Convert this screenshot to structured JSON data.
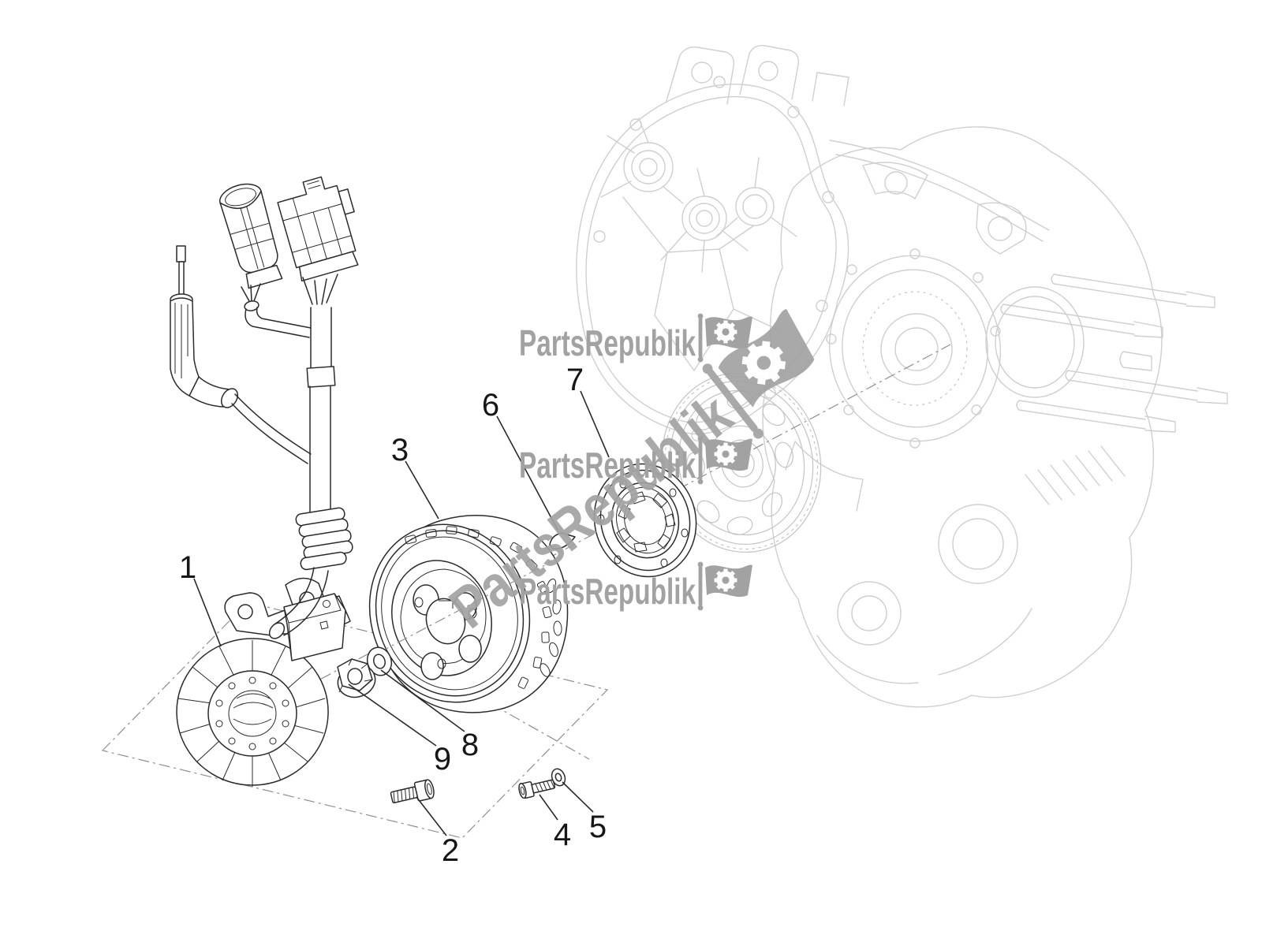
{
  "watermark": {
    "text": "PartsRepublik",
    "icon": "flag-gear-icon",
    "color": "#a2a2a2"
  },
  "diagram": {
    "type": "exploded-parts-line-drawing",
    "line_color_dark": "#2b2b2b",
    "line_color_light": "#cfcfcf",
    "label_color": "#161616"
  },
  "parts": [
    {
      "label": "1"
    },
    {
      "label": "2"
    },
    {
      "label": "3"
    },
    {
      "label": "4"
    },
    {
      "label": "5"
    },
    {
      "label": "6"
    },
    {
      "label": "7"
    },
    {
      "label": "8"
    },
    {
      "label": "9"
    }
  ]
}
